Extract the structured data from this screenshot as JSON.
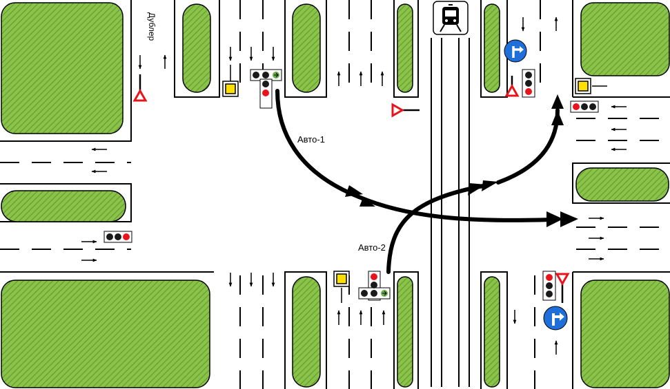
{
  "labels": {
    "auto1": "Авто-1",
    "auto2": "Авто-2",
    "service_road": "Дублер"
  },
  "icons": {
    "tram_sign": "tram-icon",
    "turn_signs": "keep-direction-sign-icon",
    "yield_signs": "yield-triangle-icon",
    "traffic_lights": "traffic-light-icon",
    "lane_arrows": "lane-arrow-icon"
  },
  "colors": {
    "grass": "#8bc34a",
    "grass_hatch": "#5e9a2a",
    "signal_red": "#e8141b",
    "signal_off": "#1a1a1a",
    "signal_green": "#6ab04c",
    "sign_blue": "#1e6fd9",
    "pedestrian_box": "#ffe000",
    "route_stroke": "#000000"
  }
}
